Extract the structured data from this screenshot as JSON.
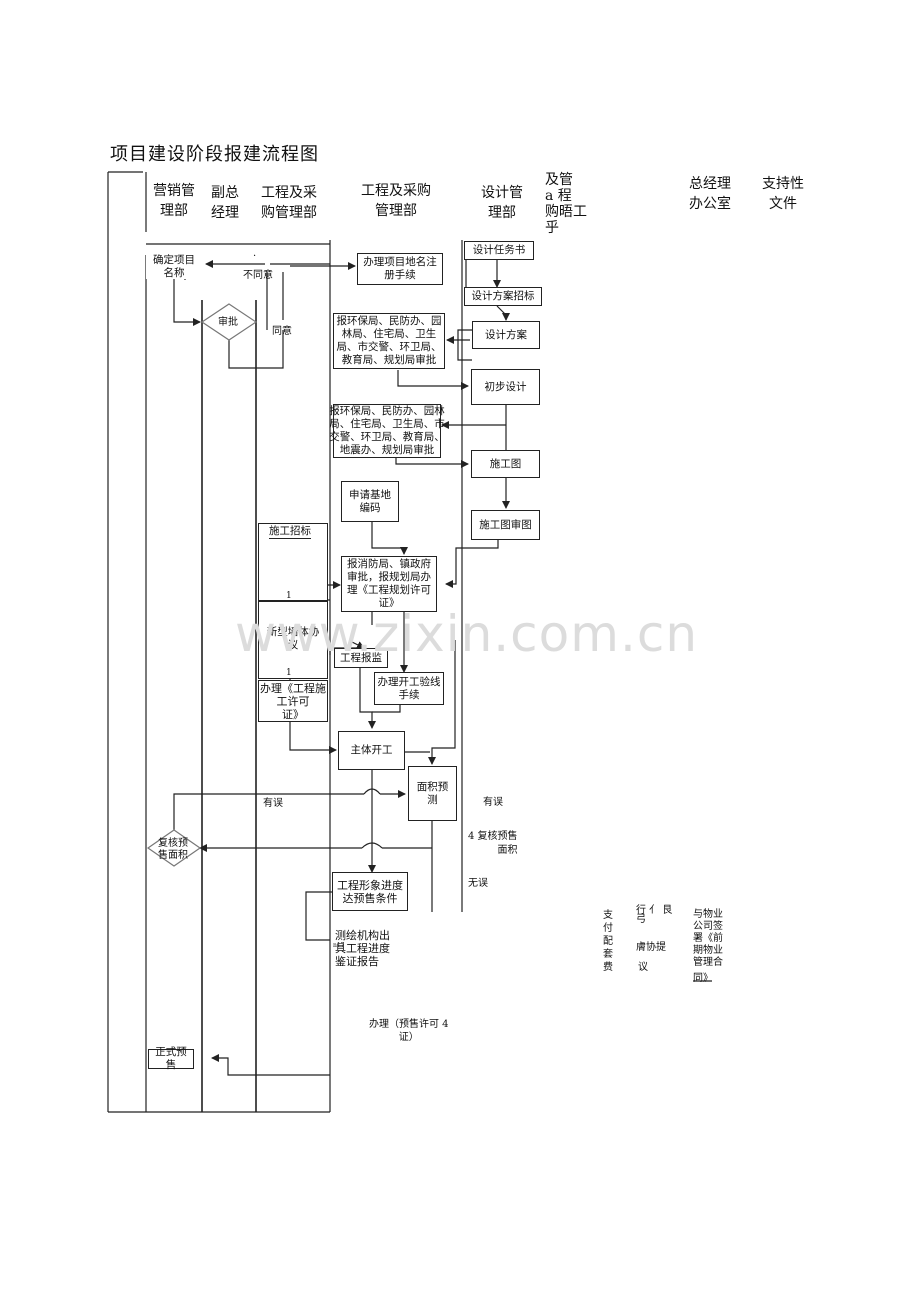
{
  "title": "项目建设阶段报建流程图",
  "columns": {
    "marketing": "营销管\n理部",
    "deputy_gm": "副总\n经理",
    "eng_purchase_a": "工程及采\n购管理部",
    "eng_purchase_b": "工程及采购\n管理部",
    "design": "设计管\n理部",
    "garbled_col": "及管\na 程\n购晤工\n乎",
    "gm_office": "总经理\n办公室",
    "support_docs": "支持性\n文件"
  },
  "nodes": {
    "confirm_name": "确定项目\n名称",
    "approve": "审批",
    "register": "办理项目地名注\n册手续",
    "design_task": "设计任务书",
    "design_bid": "设计方案招标",
    "design_plan": "设计方案",
    "report_env_1": "报环保局、民防办、园\n林局、住宅局、卫生\n局、市交警、环卫局、\n教育局、规划局审批",
    "prelim_design": "初步设计",
    "report_env_2": "报环保局、民防办、园林\n局、住宅局、卫生局、市\n交警、环卫局、教育局、\n地震办、规划局审批",
    "construction_drawing": "施工图",
    "apply_base_code": "申请基地\n编码",
    "drawing_review": "施工图审图",
    "construction_bid": "施工招标",
    "fire_dept": "报消防局、镇政府\n审批，报规划局办\n理《工程规划许可\n证》",
    "wall_agreement": "新型墙体协议",
    "project_report": "工程报监",
    "start_procedures": "办理开工验线\n手续",
    "construction_permit": "办理《工程施\n工许可\n证》",
    "main_start": "主体开工",
    "area_estimate": "面积预\n测",
    "recheck_area": "复核预\n售面积",
    "progress_reached": "工程形象进度\n达预售条件",
    "survey_report": "测绘机构出\n具工程进度\n鉴证报告",
    "presale_permit": "办理（预售许可 4\n证）",
    "formal_presale": "正式预售"
  },
  "labels": {
    "dot": "·",
    "disagree": "不同意",
    "agree": "同意",
    "one_a": "1",
    "one_b": "1",
    "error_left": "有误",
    "error_right": "有误",
    "recheck_presale_area": "4 复核预售\n面积",
    "no_error": "无误",
    "tiny": "n17",
    "pay_fees": "支\n付\n配\n套\n费",
    "garbled_a": "行 亻 艮\n弓",
    "garbled_b": "膚协提",
    "garbled_c": "议",
    "property_contract_a": "与物业\n公司签\n署《前\n期物业\n管理合",
    "property_contract_b": "同》"
  },
  "watermark": "www.zixin.com.cn"
}
